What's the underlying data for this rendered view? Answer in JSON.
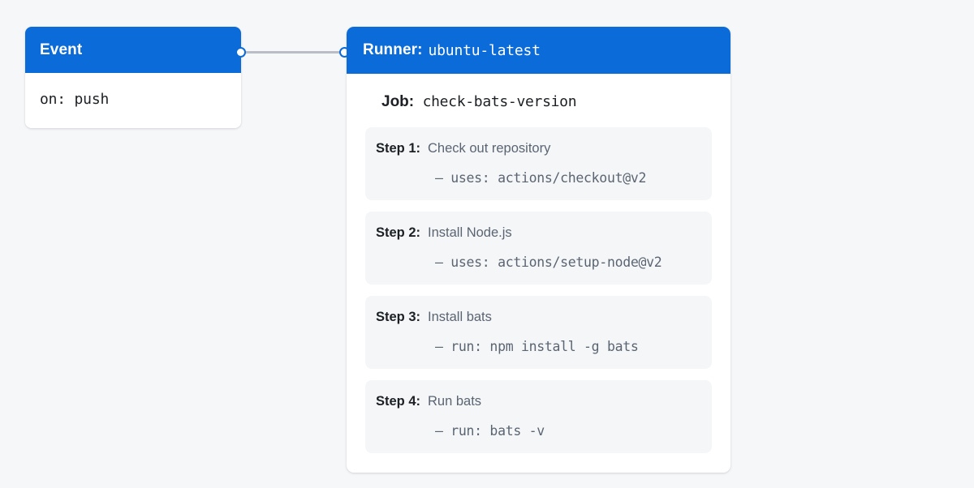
{
  "canvas": {
    "background_color": "#f6f7f9",
    "accent_color": "#0b6bd8",
    "card_background": "#ffffff",
    "step_background": "#f4f6f8",
    "muted_text_color": "#5b6572",
    "connector_color": "#b9bec6"
  },
  "event_node": {
    "header_label": "Event",
    "body_line": "on: push"
  },
  "connector": {
    "from": "event-node",
    "to": "runner-node"
  },
  "runner_node": {
    "header_label": "Runner:",
    "header_value": "ubuntu-latest",
    "job_label": "Job:",
    "job_value": "check-bats-version",
    "steps": [
      {
        "number": "Step 1:",
        "name": "Check out repository",
        "detail": "– uses: actions/checkout@v2"
      },
      {
        "number": "Step 2:",
        "name": "Install Node.js",
        "detail": "– uses: actions/setup-node@v2"
      },
      {
        "number": "Step 3:",
        "name": "Install bats",
        "detail": "– run: npm install -g bats"
      },
      {
        "number": "Step 4:",
        "name": "Run bats",
        "detail": "– run: bats -v"
      }
    ]
  }
}
